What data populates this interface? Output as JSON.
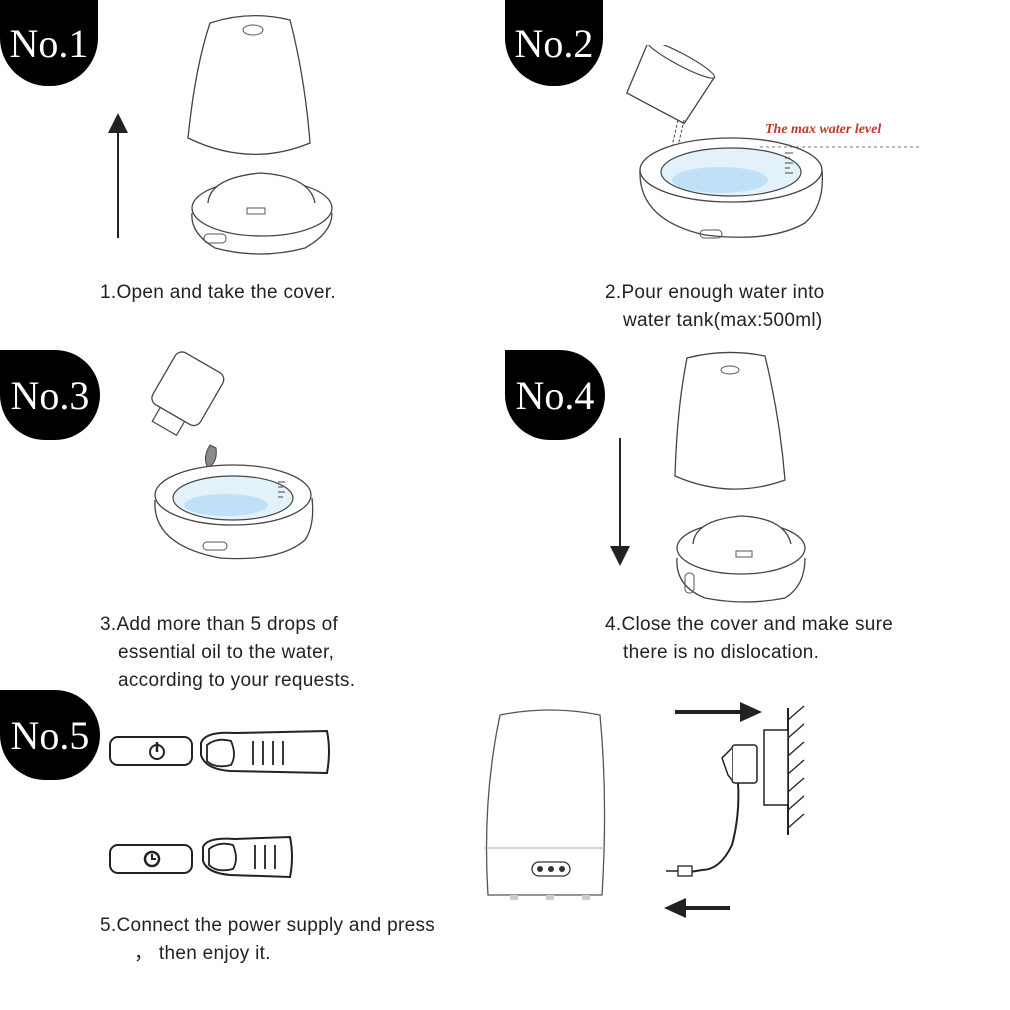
{
  "steps": [
    {
      "badge": "No.1",
      "lines": [
        "1.Open and take the cover."
      ]
    },
    {
      "badge": "No.2",
      "lines": [
        "2.Pour enough water into",
        "water tank(max:500ml)"
      ],
      "annotation": "The max water level"
    },
    {
      "badge": "No.3",
      "lines": [
        "3.Add more than 5 drops of",
        "essential oil to the water,",
        "according to your requests."
      ]
    },
    {
      "badge": "No.4",
      "lines": [
        "4.Close the cover and make sure",
        "there is no dislocation."
      ]
    },
    {
      "badge": "No.5",
      "lines": [
        "5.Connect the power supply and press",
        "， then enjoy it."
      ]
    }
  ],
  "icons": {
    "power": "power-icon",
    "timer": "timer-icon"
  }
}
